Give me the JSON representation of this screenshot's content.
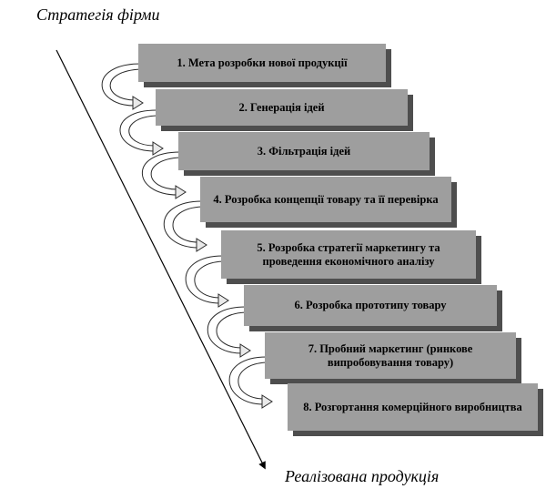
{
  "diagram": {
    "top_caption": "Стратегія фірми",
    "bottom_caption": "Реалізована продукція",
    "steps": [
      {
        "label": "1. Мета розробки нової продукції"
      },
      {
        "label": "2. Генерація ідей"
      },
      {
        "label": "3. Фільтрація ідей"
      },
      {
        "label": "4. Розробка концепції товару та її перевірка"
      },
      {
        "label": "5. Розробка стратегії маркетингу та проведення економічного аналізу"
      },
      {
        "label": "6. Розробка прототипу товару"
      },
      {
        "label": "7. Пробний маркетинг (ринкове випробовування товару)"
      },
      {
        "label": "8. Розгортання комерційного виробництва"
      }
    ]
  }
}
